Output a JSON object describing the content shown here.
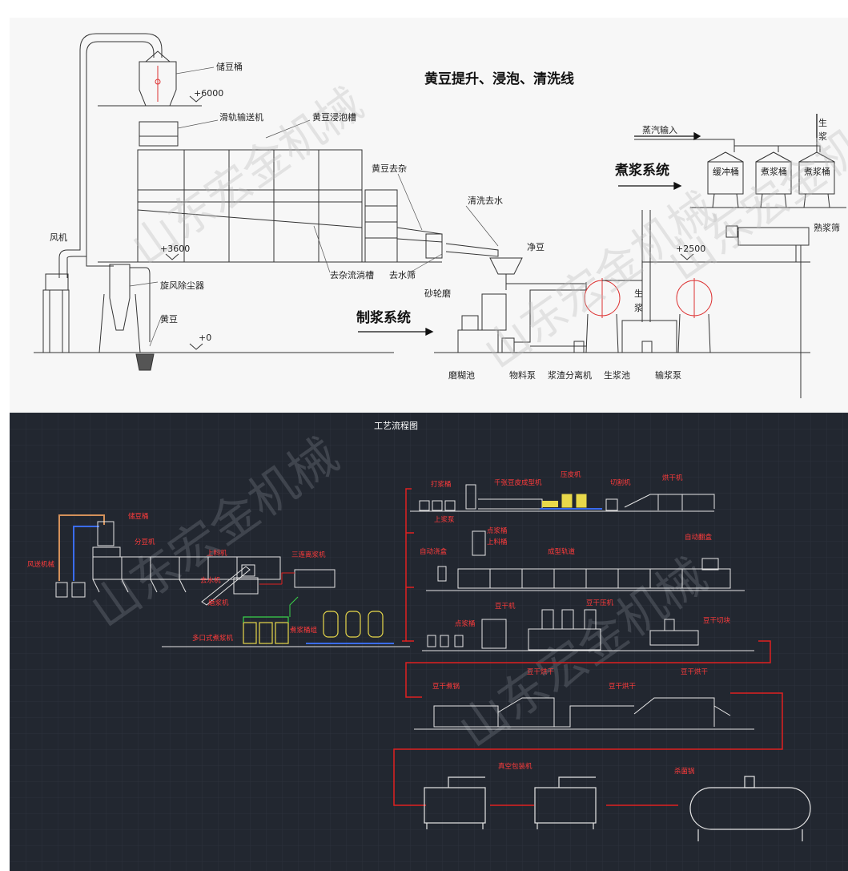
{
  "top": {
    "title": "黄豆提升、浸泡、清洗线",
    "section_boiling": "煮浆系统",
    "section_grinding": "制浆系统",
    "watermark": "山东宏金机械",
    "labels": {
      "storage_bucket": "储豆桶",
      "elevation_6000": "+6000",
      "rail_conveyor": "滑轨输送机",
      "soak_tank": "黄豆浸泡槽",
      "destoner": "黄豆去杂",
      "wash_dewater": "清洗去水",
      "clean_bean": "净豆",
      "fan": "风机",
      "elevation_3600": "+3600",
      "cyclone": "旋风除尘器",
      "soybean": "黄豆",
      "elevation_0": "+0",
      "trough": "去杂流淌槽",
      "dewater_screen": "去水筛",
      "grinder": "砂轮磨",
      "slurry_tank": "磨糊池",
      "material_pump": "物料泵",
      "separator": "浆渣分离机",
      "raw_tank": "生浆池",
      "transfer_pump": "输浆泵",
      "raw_pulp_v1": "生",
      "raw_pulp_v2": "浆",
      "raw_pulp_top1": "生",
      "raw_pulp_top2": "浆",
      "steam_input": "蒸汽输入",
      "buffer_bucket": "缓冲桶",
      "cook_bucket_1": "煮浆桶",
      "cook_bucket_2": "煮浆桶",
      "elevation_2500": "+2500",
      "cooked_screen": "熟浆筛"
    }
  },
  "bottom": {
    "title": "工艺流程图",
    "watermark": "山东宏金机械",
    "labels": {
      "storage": "储豆桶",
      "split": "分豆机",
      "pneumatic": "风送机械",
      "top_elevator": "上料机",
      "dewater": "去水机",
      "grinding": "磨浆机",
      "three_stage": "三连离浆机",
      "boiling_group": "多口式煮浆机",
      "cook_buckets": "煮浆桶组",
      "pressing": "打浆桶",
      "upper_pump": "上浆泵",
      "tofu_line": "千张豆皮成型机",
      "press1": "压皮机",
      "cutter": "切割机",
      "dryer1": "烘干机",
      "auto_feed": "自动浇盒",
      "pulp_bucket": "点浆桶",
      "feeder": "上料桶",
      "forming": "成型轨道",
      "auto_unbox": "自动翻盒",
      "pulp2": "点浆桶",
      "tofu_machine": "豆干机",
      "tofu_press": "豆干压机",
      "tofu_cut": "豆干切块",
      "tofu_boil": "豆干煮锅",
      "tofu_dryer1": "豆干烘干",
      "tofu_dryer2": "豆干烘干",
      "tofu_dryer3": "豆干烘干",
      "vacuum_pack": "真空包装机",
      "sterilizer": "杀菌锅"
    }
  },
  "colors": {
    "line_dark": "#333333",
    "accent_red": "#e02020",
    "cad_yellow": "#e8d84a",
    "cad_blue": "#3a6cf0",
    "cad_green": "#3ad24a",
    "cad_white": "#e6e6e6"
  }
}
